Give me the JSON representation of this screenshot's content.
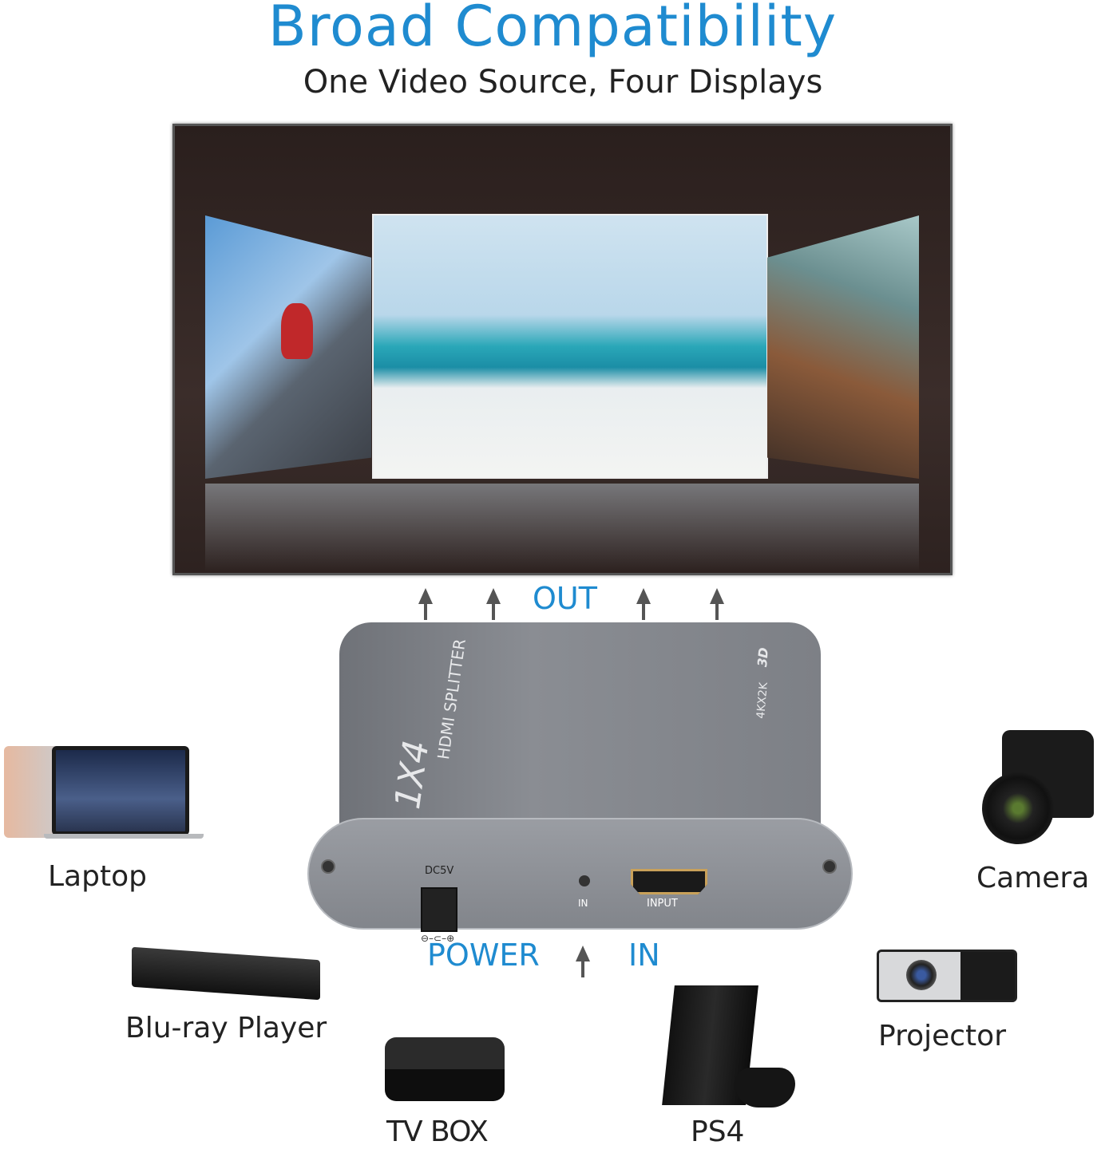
{
  "header": {
    "title": "Broad Compatibility",
    "subtitle": "One Video Source, Four Displays"
  },
  "labels": {
    "out": "OUT",
    "power": "POWER",
    "in": "IN"
  },
  "device": {
    "model": "1X4",
    "name": "HDMI SPLITTER",
    "resolution": "4KX2K",
    "badge": "3D",
    "dc_label": "DC5V",
    "polarity": "⊖–⊂–⊕",
    "led_label": "IN",
    "port_label": "INPUT"
  },
  "sources": [
    {
      "label": "Laptop"
    },
    {
      "label": "Camera"
    },
    {
      "label": "Blu-ray Player"
    },
    {
      "label": "Projector"
    },
    {
      "label": "TV BOX"
    },
    {
      "label": "PS4"
    }
  ],
  "colors": {
    "accent": "#1f8bd0",
    "device": "#7d8086",
    "tv_bg": "#2e2220"
  }
}
